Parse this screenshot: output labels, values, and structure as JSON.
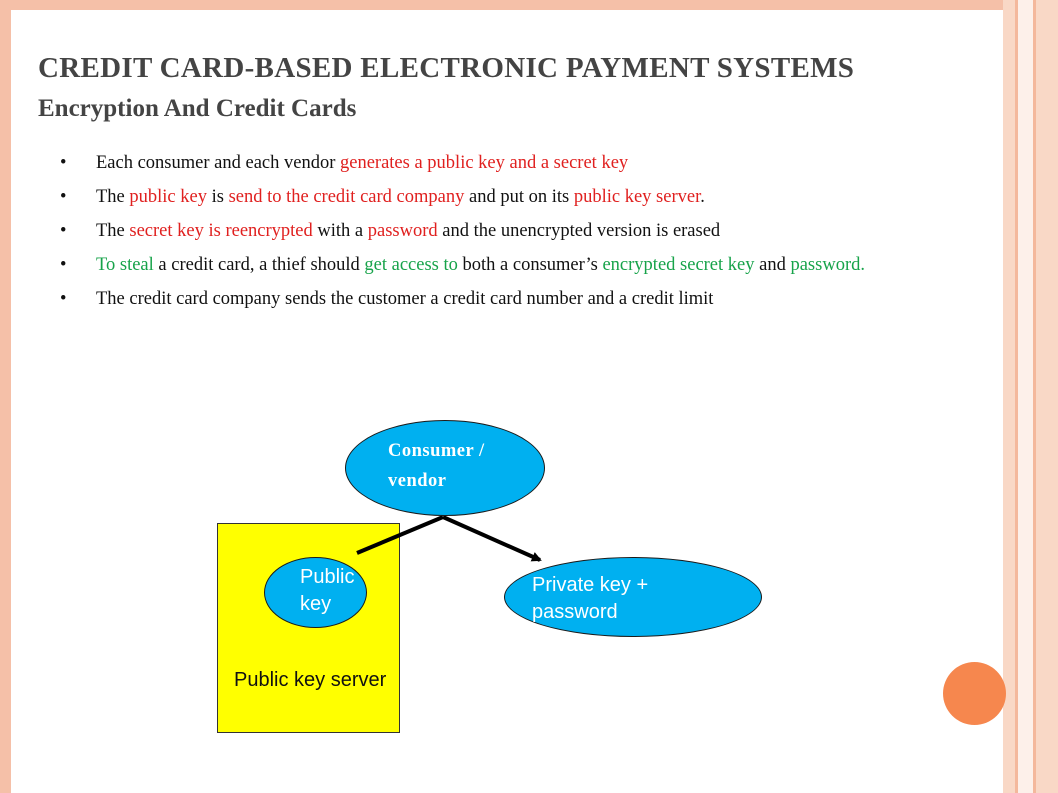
{
  "slide": {
    "title_line1": "CREDIT CARD-BASED ELECTRONIC PAYMENT SYSTEMS",
    "title_line2": "Encryption And Credit Cards"
  },
  "bullets": [
    {
      "parts": [
        {
          "text": "Each consumer and each vendor ",
          "color": "black"
        },
        {
          "text": "generates a public key and a secret key",
          "color": "red"
        }
      ]
    },
    {
      "parts": [
        {
          "text": "The ",
          "color": "black"
        },
        {
          "text": "public key",
          "color": "red"
        },
        {
          "text": " is ",
          "color": "black"
        },
        {
          "text": "send to the credit card company",
          "color": "red"
        },
        {
          "text": " and put on its ",
          "color": "black"
        },
        {
          "text": "public key server",
          "color": "red"
        },
        {
          "text": ".",
          "color": "black"
        }
      ]
    },
    {
      "parts": [
        {
          "text": "The ",
          "color": "black"
        },
        {
          "text": "secret key is reencrypted",
          "color": "red"
        },
        {
          "text": " with a ",
          "color": "black"
        },
        {
          "text": "password",
          "color": "red"
        },
        {
          "text": " and the unencrypted version is erased",
          "color": "black"
        }
      ]
    },
    {
      "parts": [
        {
          "text": "To steal",
          "color": "green"
        },
        {
          "text": " a credit card, a thief should ",
          "color": "black"
        },
        {
          "text": "get access to",
          "color": "green"
        },
        {
          "text": " both a consumer’s ",
          "color": "black"
        },
        {
          "text": "encrypted secret key",
          "color": "green"
        },
        {
          "text": " and ",
          "color": "black"
        },
        {
          "text": "password.",
          "color": "green"
        }
      ]
    },
    {
      "parts": [
        {
          "text": "The credit card company sends the customer a credit card number and a credit limit",
          "color": "black"
        }
      ]
    }
  ],
  "diagram": {
    "consumer_node": "Consumer / vendor",
    "public_key_node": "Public key",
    "private_key_node": "Private key + password",
    "server_label": "Public key server"
  },
  "colors": {
    "red_text": "#e0201f",
    "green_text": "#17a34a",
    "node_fill": "#00b0f0",
    "server_fill": "#ffff00",
    "frame": "#f5c0a8",
    "accent_dot": "#f6874e"
  }
}
